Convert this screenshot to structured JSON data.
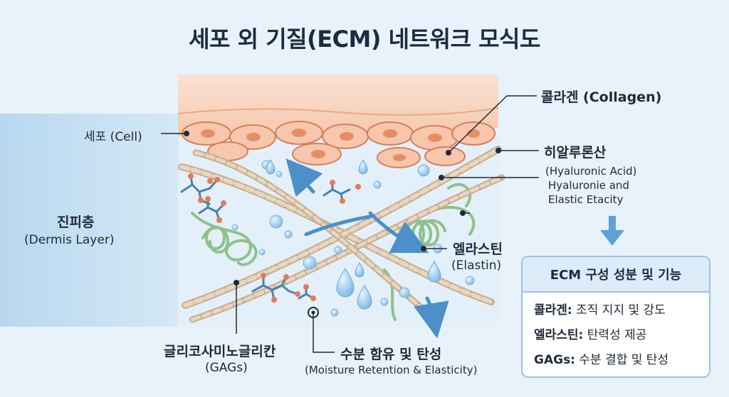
{
  "title": "세포 외 기질(ECM) 네트워크 모식도",
  "labels": {
    "cell_ko": "세포 (Cell)",
    "dermis_ko": "진피층",
    "dermis_en": "(Dermis Layer)",
    "collagen_ko": "콜라겐 (Collagen)",
    "ha_ko": "히알루론산",
    "ha_en": "(Hyaluronic Acid)",
    "ha_en2": "Hyaluronie and",
    "ha_en3": "Elastic Etacity",
    "elastin_ko": "엘라스틴",
    "elastin_en": "(Elastin)",
    "gag_ko": "글리코사미노글리칸",
    "gag_en": "(GAGs)",
    "moist_ko": "수분 함유 및 탄성",
    "moist_en": "(Moisture Retention & Elasticity)"
  },
  "infobox": {
    "header": "ECM 구성 성분 및 기능",
    "rows": [
      {
        "term": "콜라겐:",
        "desc": " 조직 지지 및 강도"
      },
      {
        "term": "엘라스틴:",
        "desc": " 탄력성 제공"
      },
      {
        "term": "GAGs:",
        "desc": " 수분 결합 및 탄성"
      }
    ]
  },
  "colors": {
    "background": "#e8f2fa",
    "dermis_band": "#bcdcf1",
    "epidermis": "#f7d2bd",
    "cell_fill": "#f7c6ac",
    "cell_nucleus": "#e58e66",
    "collagen": "#d7c2a9",
    "elastin": "#8fc08d",
    "gag": "#4f7fae",
    "gag_tip": "#e27c5c",
    "water": "#9fcdef",
    "arrow": "#4d8fc8"
  }
}
